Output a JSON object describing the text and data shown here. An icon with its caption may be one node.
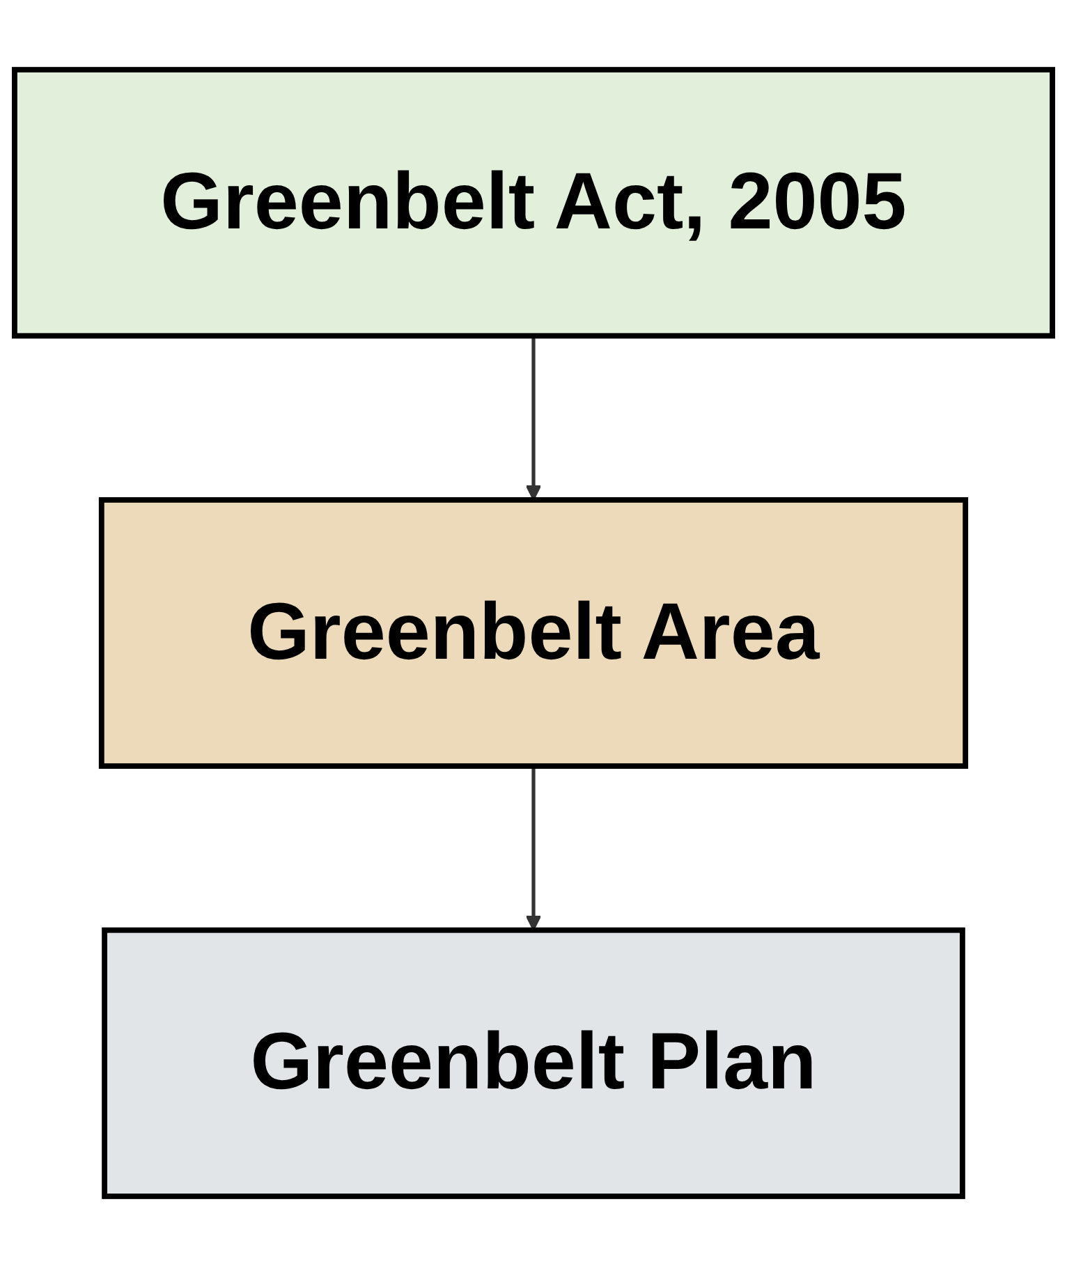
{
  "diagram": {
    "nodes": [
      {
        "text": [
          "Greenbelt Act, 2005"
        ]
      },
      {
        "text": [
          "Greenbelt Area"
        ]
      },
      {
        "text": [
          "Greenbelt Plan"
        ]
      }
    ],
    "edges": [
      {
        "from": 0,
        "to": 1,
        "arrow": "to"
      },
      {
        "from": 1,
        "to": 2,
        "arrow": "to"
      }
    ]
  }
}
